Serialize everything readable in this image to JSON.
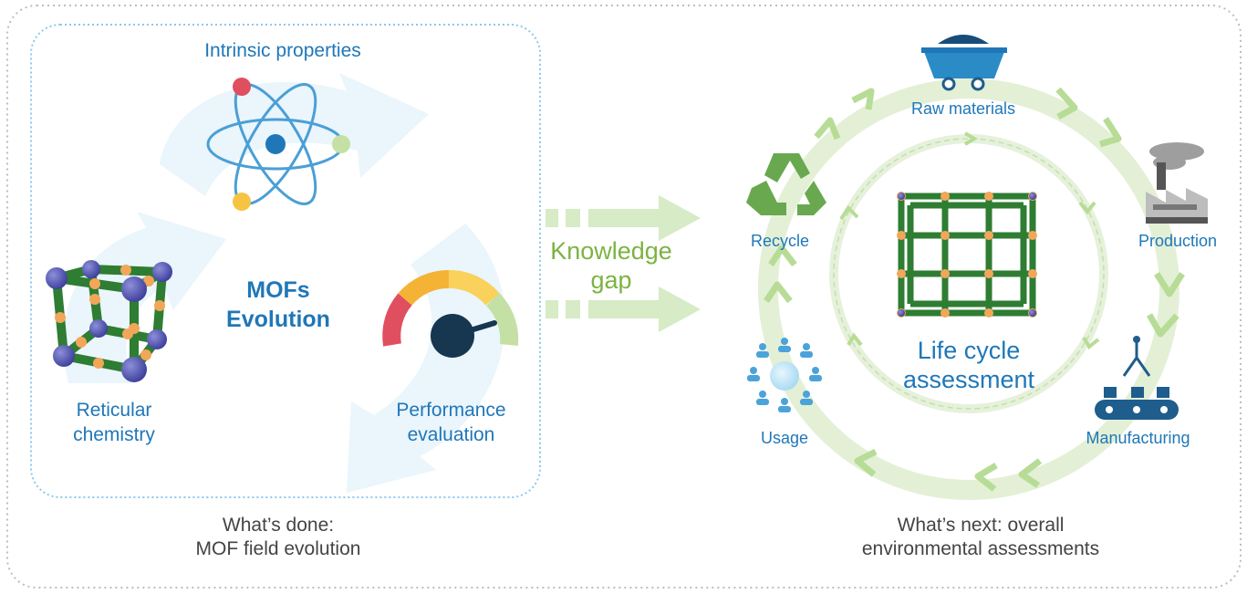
{
  "left_panel": {
    "intrinsic_properties": "Intrinsic properties",
    "center_title_line1": "MOFs",
    "center_title_line2": "Evolution",
    "reticular_line1": "Reticular",
    "reticular_line2": "chemistry",
    "performance_line1": "Performance",
    "performance_line2": "evaluation",
    "caption_line1": "What’s done:",
    "caption_line2": "MOF field evolution"
  },
  "knowledge_gap": {
    "line1": "Knowledge",
    "line2": "gap"
  },
  "right_panel": {
    "raw_materials": "Raw materials",
    "production": "Production",
    "manufacturing": "Manufacturing",
    "usage": "Usage",
    "recycle": "Recycle",
    "center_line1": "Life cycle",
    "center_line2": "assessment",
    "caption_line1": "What’s next: overall",
    "caption_line2": "environmental assessments"
  },
  "colors": {
    "label_blue": "#1f77b8",
    "gap_green": "#7cb342",
    "cycle_green": "#c8e6b4",
    "panel_border": "#8cc8ee"
  }
}
